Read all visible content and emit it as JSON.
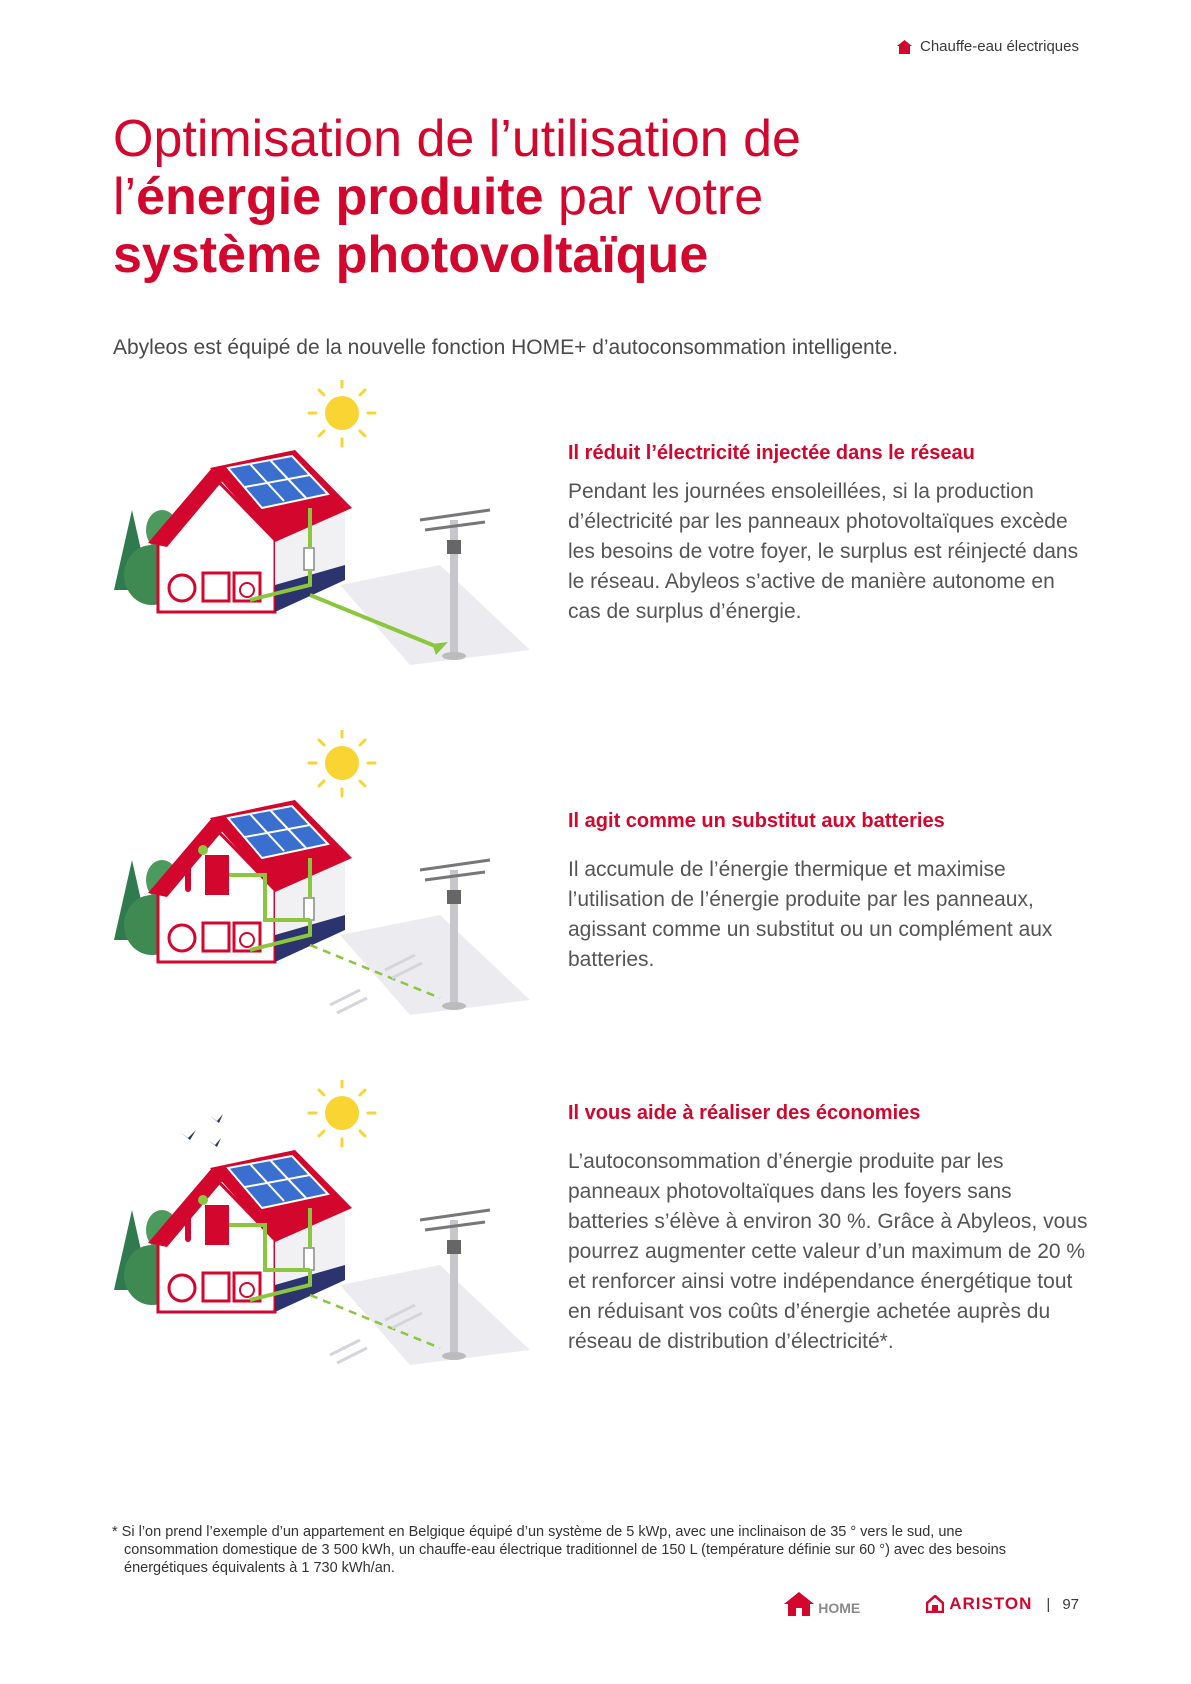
{
  "header": {
    "section_label": "Chauffe-eau électriques"
  },
  "title": {
    "line1": "Optimisation de l’utilisation de",
    "line2_pre": "l’",
    "line2_bold": "énergie produite",
    "line2_post": " par votre",
    "line3_bold": "système photovoltaïque"
  },
  "intro": "Abyleos est équipé de la nouvelle fonction HOME+ d’autoconsommation intelligente.",
  "blocks": [
    {
      "heading": "Il réduit l’électricité injectée dans le réseau",
      "body": "Pendant les journées ensoleillées, si la production d’électricité par les panneaux photovoltaïques excède les besoins de votre foyer, le surplus est réinjecté dans le réseau. Abyleos s’active de manière autonome en cas de surplus d’énergie."
    },
    {
      "heading": "Il agit comme un substitut aux batteries",
      "body": "Il accumule de l’énergie thermique et maximise l’utilisation de l’énergie produite par les panneaux, agissant comme un substitut ou un complément aux batteries."
    },
    {
      "heading": "Il vous aide à réaliser des économies",
      "body": "L’autoconsommation d’énergie produite par les panneaux photovoltaïques dans les foyers sans batteries s’élève à environ 30 %. Grâce à Abyleos, vous pourrez augmenter cette valeur d’un maximum de 20 % et renforcer ainsi votre indépendance énergétique tout en réduisant vos coûts d’énergie achetée auprès du réseau de distribution d’électricité*."
    }
  ],
  "footnote": "* Si l’on prend l’exemple d’un appartement en Belgique équipé d’un système de 5 kWp, avec une inclinaison de 35 ° vers le sud, une consommation domestique de 3 500 kWh, un chauffe-eau électrique traditionnel de 150 L (température définie sur 60 °) avec des besoins énergétiques équivalents à 1 730 kWh/an.",
  "footer": {
    "home_label": "HOME",
    "brand": "ARISTON",
    "page_number": "97"
  },
  "colors": {
    "accent_red": "#d3062d",
    "navy": "#2c3470",
    "grid_green": "#8cc63f",
    "sun_yellow": "#f8d532"
  }
}
